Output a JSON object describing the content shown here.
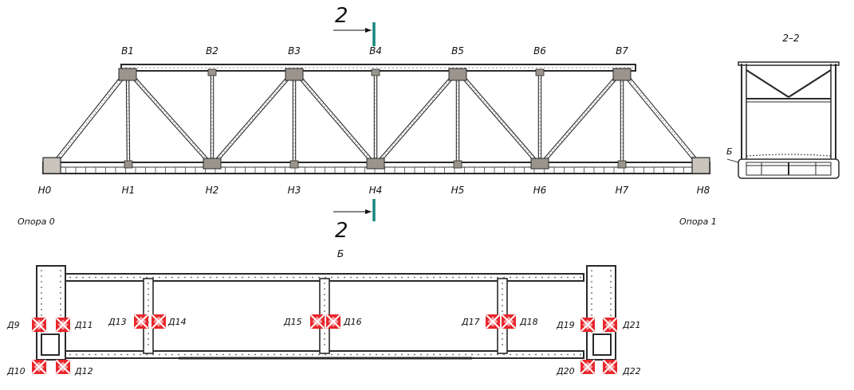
{
  "truss": {
    "top_nodes": [
      "В1",
      "В2",
      "В3",
      "В4",
      "В5",
      "В6",
      "В7"
    ],
    "bottom_nodes": [
      "Н0",
      "Н1",
      "Н2",
      "Н3",
      "Н4",
      "Н5",
      "Н6",
      "Н7",
      "Н8"
    ],
    "support_left": "Опора 0",
    "support_right": "Опора 1",
    "section_mark": "2",
    "section_mark_bottom": "2"
  },
  "section": {
    "title": "2–2",
    "detail_label": "Б"
  },
  "plan": {
    "title": "Б",
    "sensors_top": [
      "Д9",
      "Д11",
      "Д13",
      "Д14",
      "Д15",
      "Д16",
      "Д17",
      "Д18",
      "Д19",
      "Д21"
    ],
    "sensors_bottom": [
      "Д10",
      "Д12",
      "Д20",
      "Д22"
    ]
  },
  "colors": {
    "line": "#2a2a2a",
    "gusset": "#9a948c",
    "section_marker": "#17877c",
    "sensor": "#e8262b"
  }
}
